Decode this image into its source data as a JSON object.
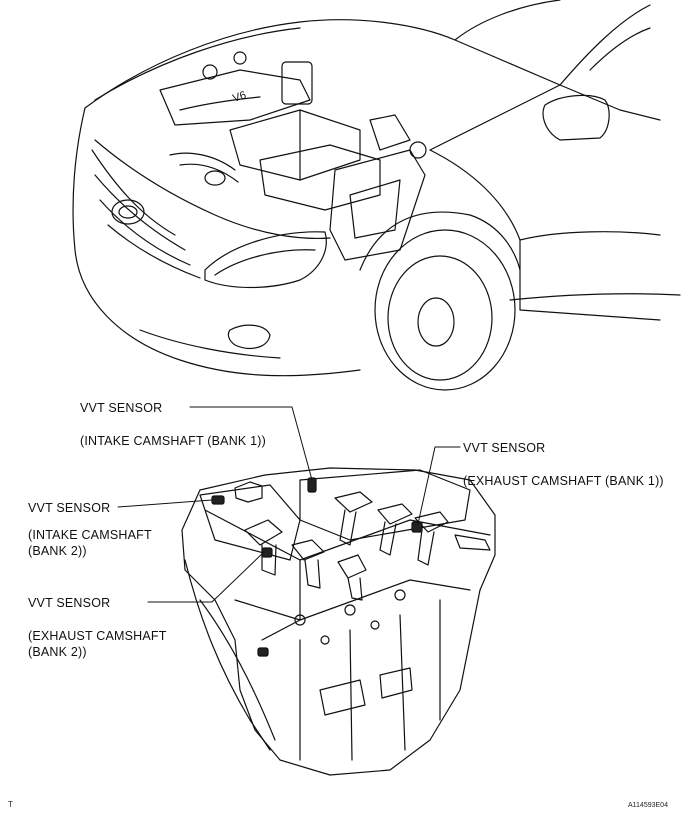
{
  "callouts": {
    "intake_bank1": {
      "title": "VVT SENSOR",
      "detail": "(INTAKE CAMSHAFT (BANK 1))"
    },
    "exhaust_bank1": {
      "title": "VVT SENSOR",
      "detail": "(EXHAUST CAMSHAFT (BANK 1))"
    },
    "intake_bank2": {
      "title": "VVT SENSOR",
      "detail": "(INTAKE CAMSHAFT\n(BANK 2))"
    },
    "exhaust_bank2": {
      "title": "VVT SENSOR",
      "detail": "(EXHAUST CAMSHAFT\n(BANK 2))"
    }
  },
  "corner_marks": {
    "left": "T",
    "right": "A114593E04"
  },
  "engine_badge": "V6"
}
